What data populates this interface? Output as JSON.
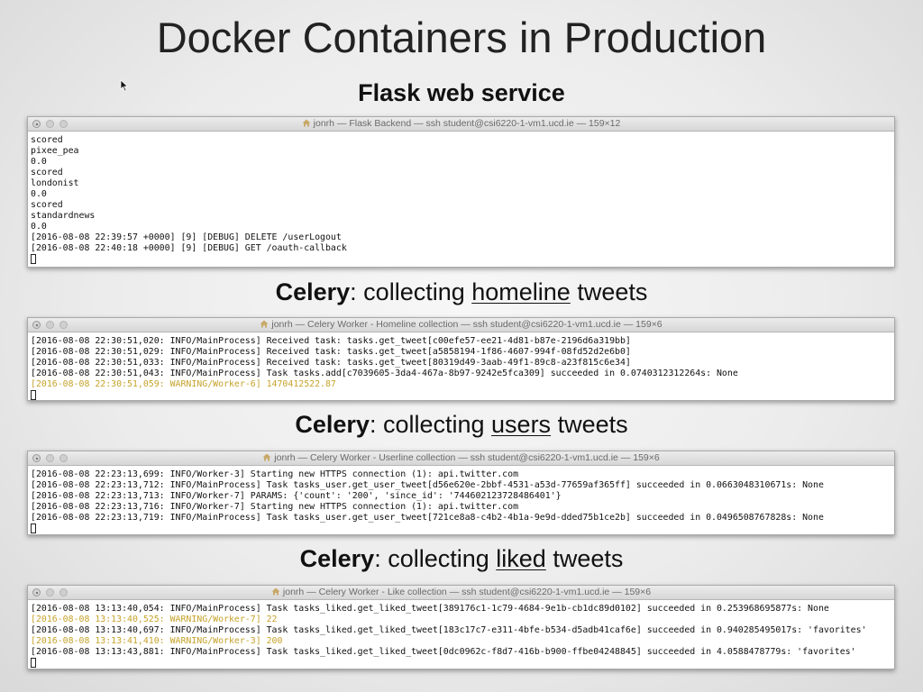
{
  "slide": {
    "title": "Docker Containers in Production"
  },
  "sections": [
    {
      "heading_plain": "Flask web service",
      "terminal": {
        "title": "jonrh — Flask Backend — ssh student@csi6220-1-vm1.ucd.ie — 159×12",
        "lines": [
          {
            "text": "scored",
            "warn": false
          },
          {
            "text": "pixee_pea",
            "warn": false
          },
          {
            "text": "0.0",
            "warn": false
          },
          {
            "text": "scored",
            "warn": false
          },
          {
            "text": "londonist",
            "warn": false
          },
          {
            "text": "0.0",
            "warn": false
          },
          {
            "text": "scored",
            "warn": false
          },
          {
            "text": "standardnews",
            "warn": false
          },
          {
            "text": "0.0",
            "warn": false
          },
          {
            "text": "[2016-08-08 22:39:57 +0000] [9] [DEBUG] DELETE /userLogout",
            "warn": false
          },
          {
            "text": "[2016-08-08 22:40:18 +0000] [9] [DEBUG] GET /oauth-callback",
            "warn": false
          }
        ]
      }
    },
    {
      "heading_bold": "Celery",
      "heading_mid": ": collecting ",
      "heading_underlined": "homeline",
      "heading_end": " tweets",
      "terminal": {
        "title": "jonrh — Celery Worker - Homeline collection — ssh student@csi6220-1-vm1.ucd.ie — 159×6",
        "lines": [
          {
            "text": "[2016-08-08 22:30:51,020: INFO/MainProcess] Received task: tasks.get_tweet[c00efe57-ee21-4d81-b87e-2196d6a319bb]",
            "warn": false
          },
          {
            "text": "[2016-08-08 22:30:51,029: INFO/MainProcess] Received task: tasks.get_tweet[a5858194-1f86-4607-994f-08fd52d2e6b0]",
            "warn": false
          },
          {
            "text": "[2016-08-08 22:30:51,033: INFO/MainProcess] Received task: tasks.get_tweet[80319d49-3aab-49f1-89c8-a23f815c6e34]",
            "warn": false
          },
          {
            "text": "[2016-08-08 22:30:51,043: INFO/MainProcess] Task tasks.add[c7039605-3da4-467a-8b97-9242e5fca309] succeeded in 0.0740312312264s: None",
            "warn": false
          },
          {
            "text": "[2016-08-08 22:30:51,059: WARNING/Worker-6] 1470412522.87",
            "warn": true
          }
        ]
      }
    },
    {
      "heading_bold": "Celery",
      "heading_mid": ": collecting ",
      "heading_underlined": "users",
      "heading_end": " tweets",
      "terminal": {
        "title": "jonrh — Celery Worker - Userline collection — ssh student@csi6220-1-vm1.ucd.ie — 159×6",
        "lines": [
          {
            "text": "[2016-08-08 22:23:13,699: INFO/Worker-3] Starting new HTTPS connection (1): api.twitter.com",
            "warn": false
          },
          {
            "text": "[2016-08-08 22:23:13,712: INFO/MainProcess] Task tasks_user.get_user_tweet[d56e620e-2bbf-4531-a53d-77659af365ff] succeeded in 0.0663048310671s: None",
            "warn": false
          },
          {
            "text": "[2016-08-08 22:23:13,713: INFO/Worker-7] PARAMS: {'count': '200', 'since_id': '744602123728486401'}",
            "warn": false
          },
          {
            "text": "[2016-08-08 22:23:13,716: INFO/Worker-7] Starting new HTTPS connection (1): api.twitter.com",
            "warn": false
          },
          {
            "text": "[2016-08-08 22:23:13,719: INFO/MainProcess] Task tasks_user.get_user_tweet[721ce8a8-c4b2-4b1a-9e9d-dded75b1ce2b] succeeded in 0.0496508767828s: None",
            "warn": false
          }
        ]
      }
    },
    {
      "heading_bold": "Celery",
      "heading_mid": ": collecting ",
      "heading_underlined": "liked",
      "heading_end": " tweets",
      "terminal": {
        "title": "jonrh — Celery Worker - Like collection — ssh student@csi6220-1-vm1.ucd.ie — 159×6",
        "lines": [
          {
            "text": "[2016-08-08 13:13:40,054: INFO/MainProcess] Task tasks_liked.get_liked_tweet[389176c1-1c79-4684-9e1b-cb1dc89d0102] succeeded in 0.253968695877s: None",
            "warn": false
          },
          {
            "text": "[2016-08-08 13:13:40,525: WARNING/Worker-7] 22",
            "warn": true
          },
          {
            "text": "[2016-08-08 13:13:40,697: INFO/MainProcess] Task tasks_liked.get_liked_tweet[183c17c7-e311-4bfe-b534-d5adb41caf6e] succeeded in 0.940285495017s: 'favorites'",
            "warn": false
          },
          {
            "text": "[2016-08-08 13:13:41,410: WARNING/Worker-3] 200",
            "warn": true
          },
          {
            "text": "[2016-08-08 13:13:43,881: INFO/MainProcess] Task tasks_liked.get_liked_tweet[0dc0962c-f8d7-416b-b900-ffbe04248845] succeeded in 4.0588478779s: 'favorites'",
            "warn": false
          }
        ]
      }
    }
  ],
  "colors": {
    "warning_text": "#c6a32a",
    "terminal_text": "#111111"
  },
  "icons": {
    "titlebar": "home-icon",
    "cursor": "mouse-pointer-icon"
  }
}
